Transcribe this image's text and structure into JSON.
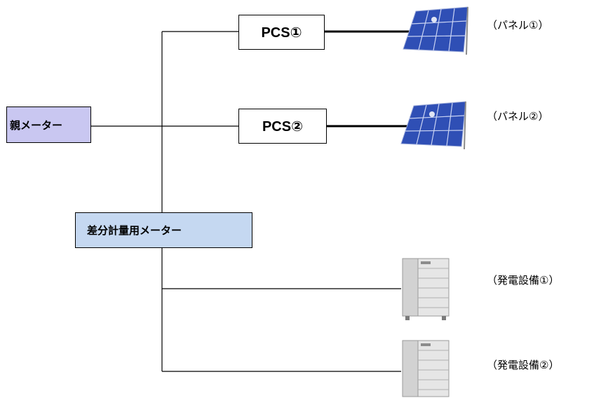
{
  "nodes": {
    "main_meter": "親メーター",
    "diff_meter": "差分計量用メーター",
    "pcs1": "PCS①",
    "pcs2": "PCS②"
  },
  "labels": {
    "panel1": "（パネル①）",
    "panel2": "（パネル②）",
    "gen1": "（発電設備①）",
    "gen2": "（発電設備②）"
  },
  "icons": {
    "panel": "solar-panel-icon",
    "generator": "power-generator-icon"
  },
  "colors": {
    "main_meter_fill": "#c9c7f1",
    "diff_meter_fill": "#c5d8f1",
    "panel_blue": "#2f4fb5",
    "generator_gray": "#d8d8d8"
  }
}
